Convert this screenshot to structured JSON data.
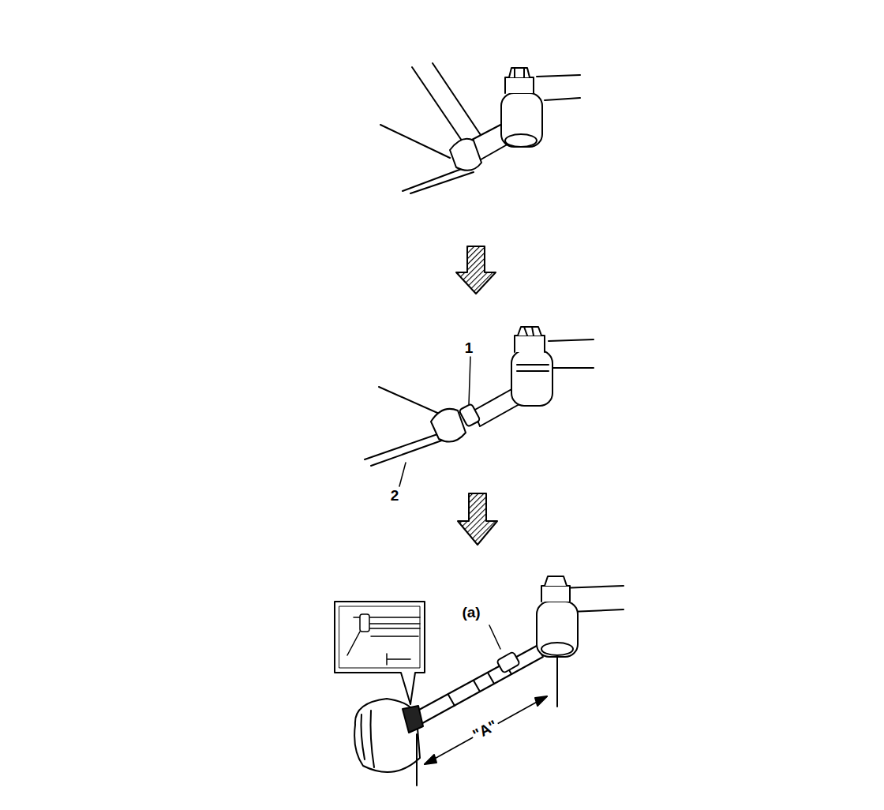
{
  "diagram": {
    "labels": [
      "1",
      "2",
      "(a)",
      "\"A\""
    ]
  }
}
